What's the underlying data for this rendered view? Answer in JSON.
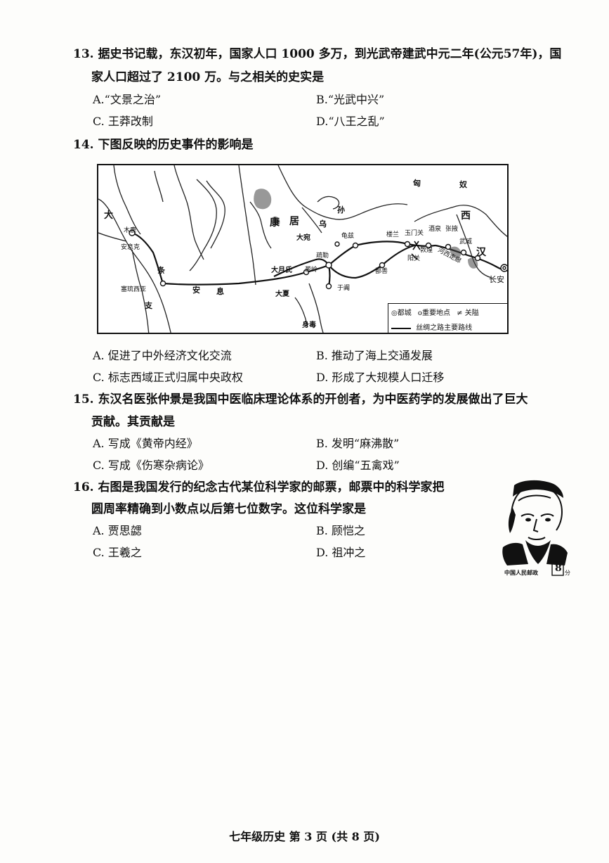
{
  "questions": [
    {
      "id": "13",
      "lines": [
        "13. 据史书记载，东汉初年，国家人口 1000 多万，到光武帝建武中元二年(公元57年)，国",
        "家人口超过了 2100 万。与之相关的史实是"
      ],
      "options": [
        "A.“文景之治”",
        "B.“光武中兴”",
        "C. 王莽改制",
        "D.“八王之乱”"
      ]
    },
    {
      "id": "14",
      "lines": [
        "14. 下图反映的历史事件的影响是"
      ],
      "options": [
        "A. 促进了中外经济文化交流",
        "B. 推动了海上交通发展",
        "C. 标志西域正式归属中央政权",
        "D. 形成了大规模人口迁移"
      ]
    },
    {
      "id": "15",
      "lines": [
        "15. 东汉名医张仲景是我国中医临床理论体系的开创者，为中医药学的发展做出了巨大",
        "贡献。其贡献是"
      ],
      "options": [
        "A. 写成《黄帝内经》",
        "B. 发明“麻沸散”",
        "C. 写成《伤寒杂病论》",
        "D. 创编“五禽戏”"
      ]
    },
    {
      "id": "16",
      "lines": [
        "16. 右图是我国发行的纪念古代某位科学家的邮票，邮票中的科学家把",
        "圆周率精确到小数点以后第七位数字。这位科学家是"
      ],
      "options": [
        "A. 贾思勰",
        "B. 顾恺之",
        "C. 王羲之",
        "D. 祖冲之"
      ]
    }
  ],
  "map": {
    "region_labels": {
      "xiongnu_1": "匈",
      "xiongnu_2": "奴",
      "xi": "西",
      "han": "汉",
      "kangju_1": "康",
      "kangju_2": "居",
      "wusun_1": "乌",
      "wusun_2": "孙",
      "tiaozhi_1": "条",
      "tiaozhi_2": "支",
      "anxi_1": "安",
      "anxi_2": "息",
      "daqin": "大",
      "dayuan": "大宛",
      "darouzhi": "大月氏",
      "daxia": "大夏",
      "shendu": "身毒"
    },
    "places": {
      "changan": "长安",
      "wuwei": "武威",
      "zhangye": "张掖",
      "jiuquan": "酒泉",
      "yumenguan": "玉门关",
      "yangguan": "阳关",
      "dunhuang": "敦煌",
      "loulan": "楼兰",
      "qiuci": "龟兹",
      "shule": "疏勒",
      "yutian": "于阗",
      "shanshan": "鄯善",
      "congling": "葱岭",
      "hexi": "河西走廊",
      "mulu": "木鹿",
      "anjiu": "安息克",
      "sailu": "塞琉西亚"
    },
    "legend": {
      "capital": "◎都城",
      "important": "o重要地点",
      "pass": "≠ 关隘",
      "route": "丝绸之路主要路线"
    }
  },
  "stamp": {
    "caption": "中国人民邮政",
    "value": "8",
    "unit": "分"
  },
  "footer": "七年级历史   第 3 页 (共 8 页)"
}
